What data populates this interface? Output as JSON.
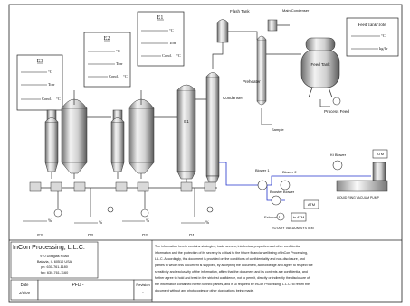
{
  "stream_boxes": [
    {
      "id": "E3",
      "temp_unit": "°C",
      "press_unit": "Torr",
      "cond_label": "Cond.",
      "cond_unit": "°C"
    },
    {
      "id": "E2",
      "temp_unit": "°C",
      "press_unit": "Torr",
      "cond_label": "Cond.",
      "cond_unit": "°C"
    },
    {
      "id": "E1",
      "temp_unit": "°C",
      "press_unit": "Torr",
      "cond_label": "Cond.",
      "cond_unit": "°C"
    }
  ],
  "feed_box": {
    "title": "Feed Tank/Tote",
    "unit1": "°C",
    "unit2": "kg/hr"
  },
  "equipment": {
    "flash_tank": "Flash Tank",
    "main_condenser": "Main Condenser",
    "feed_tank": "Feed Tank",
    "preheater": "Preheater",
    "condenser": "Condenser",
    "sample": "Sample",
    "process_feed": "Process Feed",
    "e1_label": "E1",
    "e2_label": "E2",
    "e3_label": "E3",
    "k_blower": "Kt Blower",
    "blower_1": "Blower 1",
    "blower_2": "Blower 2",
    "booster_blower": "Booster Blower",
    "exhaust_1": "Exhaust 1",
    "atm_1": "ATM",
    "atm_2": "ATM",
    "atm_3": "to ATM",
    "rotary_vac": "ROTARY VACUUM SYSTEM",
    "pump_caption": "LIQUID RING VACUUM PUMP"
  },
  "percent_sign": "%",
  "bottom_outlets": [
    "E3",
    "D3",
    "D2",
    "D1"
  ],
  "title_block": {
    "company": "InCon Processing, L.L.C.",
    "address": [
      "970 Douglas Road",
      "Batavia, IL 60510 USA",
      "ph: 630-761-1180",
      "fax: 630-761-1160"
    ],
    "date_label": "Date",
    "date_value": "2/5/09",
    "drawing_title": "PFD -",
    "revision_label": "Revision",
    "revision_value": "-",
    "disclaimer": [
      "The information herein contains strategies, trade secrets, intellectual properties and other confidential",
      "information and the protection of its secrecy is critical to the future financial wellbeing of InCon Processing,",
      "L.L.C. Accordingly, this document is provided on the conditions of confidentiality and non-disclosure, and",
      "parties to whom this document is supplied, by accepting the document, acknowledge and agree to respect the",
      "sensitivity and exclusivity of the information, affirm that the document and its contents are confidential, and",
      "further agree to hold and treat in the strictest confidence, not to permit, directly or indirectly the disclosure of",
      "the information contained herein to third parties, and if so required by InCon Processing, L.L.C. to return the",
      "document without any photocopies or other duplications being made."
    ]
  }
}
